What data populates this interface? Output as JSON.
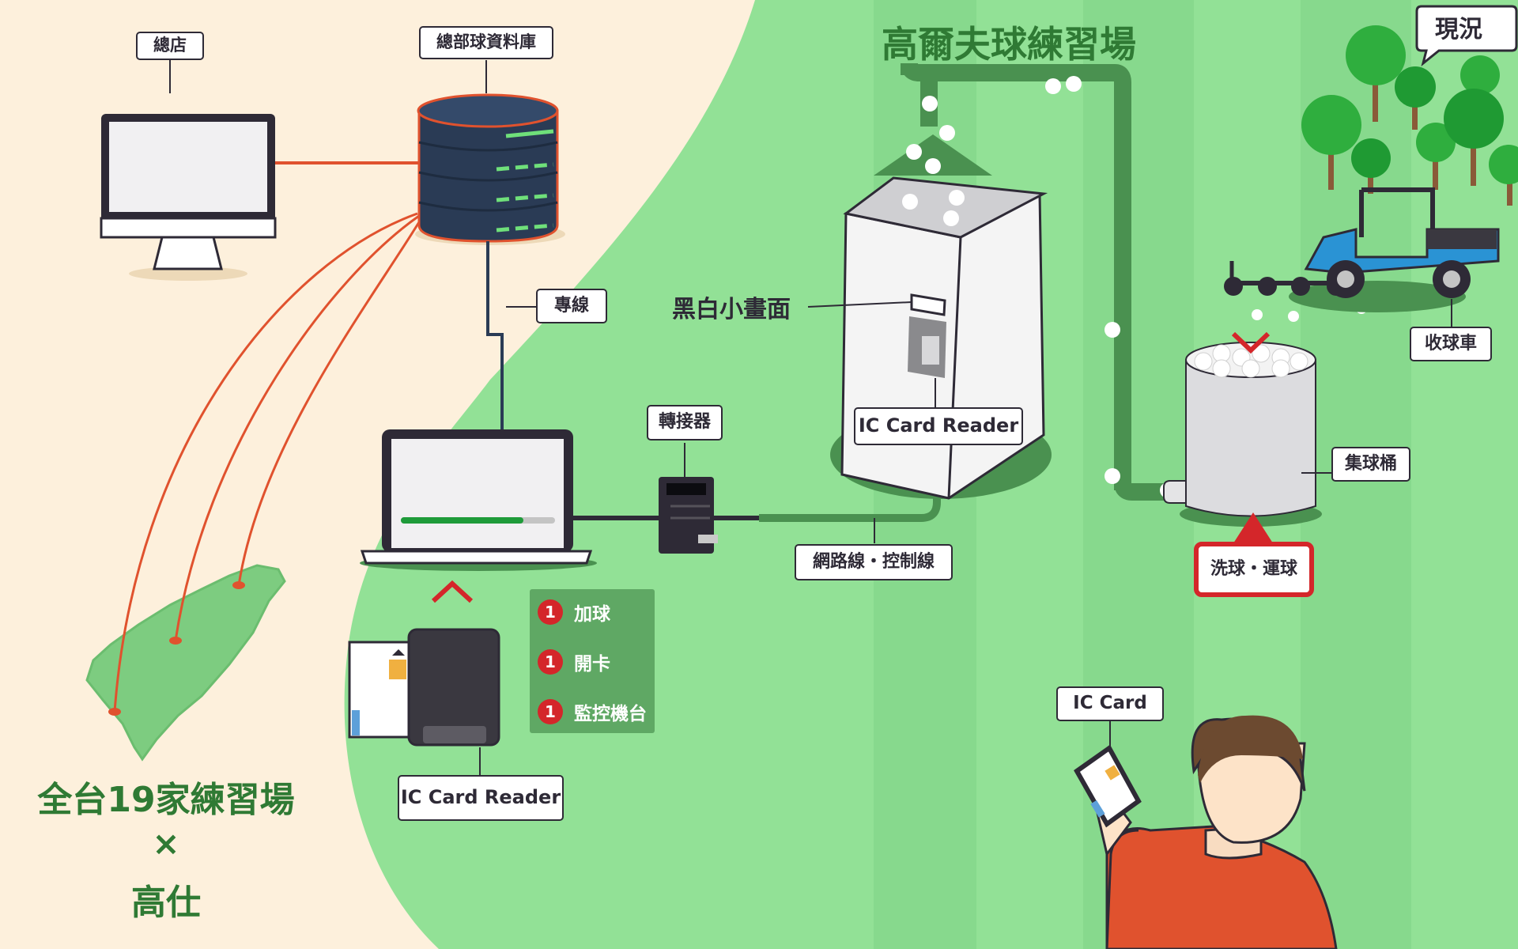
{
  "title": "高爾夫球練習場",
  "status_bubble": "現況",
  "left_caption": {
    "line1": "全台19家練習場",
    "line2": "×",
    "line3": "高仕"
  },
  "labels": {
    "store": "總店",
    "database": "總部球資料庫",
    "dedicated_line": "專線",
    "adapter": "轉接器",
    "small_screen": "黑白小畫面",
    "machine_reader": "IC Card Reader",
    "network_line": "網路線・控制線",
    "desk_reader": "IC Card Reader",
    "collector_truck": "收球車",
    "ball_bucket": "集球桶",
    "wash_transport": "洗球・運球",
    "ic_card": "IC Card"
  },
  "menu": {
    "items": [
      {
        "badge": "1",
        "label": "加球"
      },
      {
        "badge": "1",
        "label": "開卡"
      },
      {
        "badge": "1",
        "label": "監控機台"
      }
    ]
  },
  "colors": {
    "cream": "#fdf0dc",
    "field": "#92e196",
    "field_stripe": "#83d689",
    "dark_green": "#4a9150",
    "title_green": "#2f7a34",
    "red": "#d4262a",
    "line_red": "#e0522e",
    "db_navy": "#2a3b55",
    "outline": "#2e2a36"
  }
}
